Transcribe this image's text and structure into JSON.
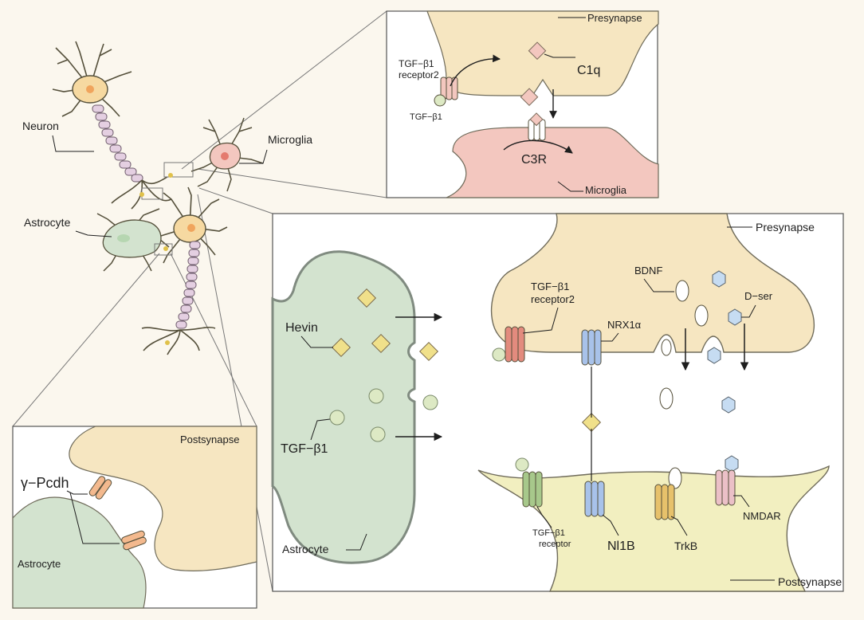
{
  "colors": {
    "background": "#fbf7ee",
    "neuron_fill": "#f6d9a1",
    "axon_segment": "#e4cfe1",
    "microglia_fill": "#f3c7bf",
    "astrocyte_fill": "#d3e3cf",
    "presynapse_fill": "#f6e6c1",
    "postsynapse_fill": "#f2efc0",
    "hevin": "#f0e08a",
    "tgf": "#dde9c4",
    "nrx": "#a8c2ea",
    "tgf_receptor2": "#e38b7e",
    "tgf_receptor": "#a7c88b",
    "trkb": "#e7c16b",
    "nmdar": "#ebc0c7",
    "dser": "#c6dcf2",
    "pcdh": "#f3b98e"
  },
  "overview": {
    "neuron_label": "Neuron",
    "microglia_label": "Microglia",
    "astrocyte_label": "Astrocyte"
  },
  "panel_microglia": {
    "presynapse_label": "Presynapse",
    "receptor_label_line1": "TGF−β1",
    "receptor_label_line2": "receptor2",
    "ligand_label": "TGF−β1",
    "c1q_label": "C1q",
    "c3r_label": "C3R",
    "microglia_label": "Microglia"
  },
  "panel_astrocyte": {
    "hevin_label": "Hevin",
    "tgf_label": "TGF−β1",
    "astrocyte_label": "Astrocyte",
    "presynapse_label": "Presynapse",
    "bdnf_label": "BDNF",
    "dser_label": "D−ser",
    "receptor2_line1": "TGF−β1",
    "receptor2_line2": "receptor2",
    "nrx_label": "NRX1α",
    "receptor_line1": "TGF−β1",
    "receptor_line2": "receptor",
    "nl1b_label": "Nl1B",
    "trkb_label": "TrkB",
    "nmdar_label": "NMDAR",
    "postsynapse_label": "Postsynapse"
  },
  "panel_pcdh": {
    "postsynapse_label": "Postsynapse",
    "pcdh_label": "γ−Pcdh",
    "astrocyte_label": "Astrocyte"
  }
}
